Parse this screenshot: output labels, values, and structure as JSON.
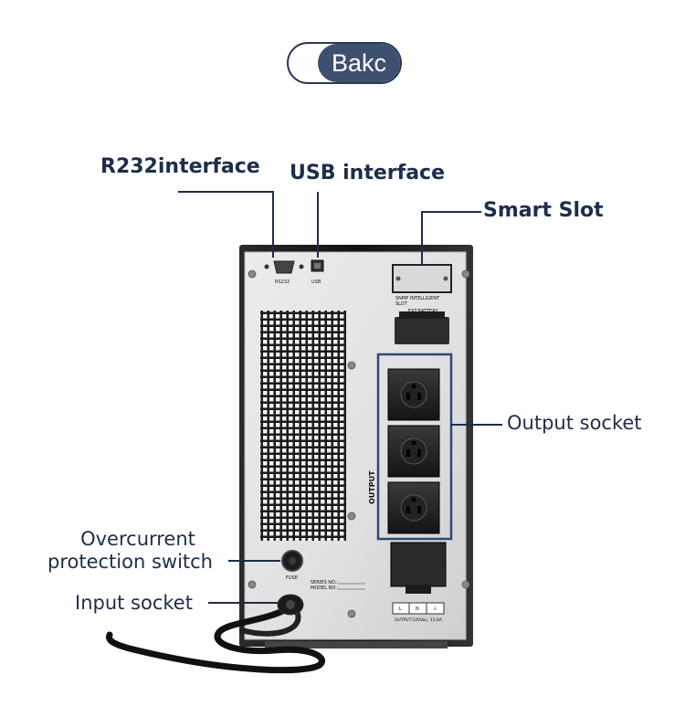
{
  "brand": {
    "name": "Bakc"
  },
  "callouts": {
    "rs232": "R232interface",
    "usb": "USB interface",
    "smart_slot": "Smart Slot",
    "output_socket": "Output socket",
    "overcurrent_line1": "Overcurrent",
    "overcurrent_line2": "protection switch",
    "input_socket": "Input socket"
  },
  "panel_text": {
    "rs232": "RS232",
    "usb": "USB",
    "snmp_line1": "SNMP INTELLIGENT",
    "snmp_line2": "SLOT",
    "ext_battery": "EXT.BATTERY",
    "output": "OUTPUT",
    "fuse": "FUSE",
    "series_no": "SERIES NO.:",
    "model_no": "MODEL NO.:",
    "terminal_l": "L",
    "terminal_n": "N",
    "terminal_ground": "⏚",
    "output_rating": "OUTPUT:220Vac, 13.6A"
  },
  "colors": {
    "callout_line": "#1d2d4a",
    "pill": "#3d5070",
    "panel": "#e4e4e4",
    "cabinet": "#1b1b1b"
  }
}
